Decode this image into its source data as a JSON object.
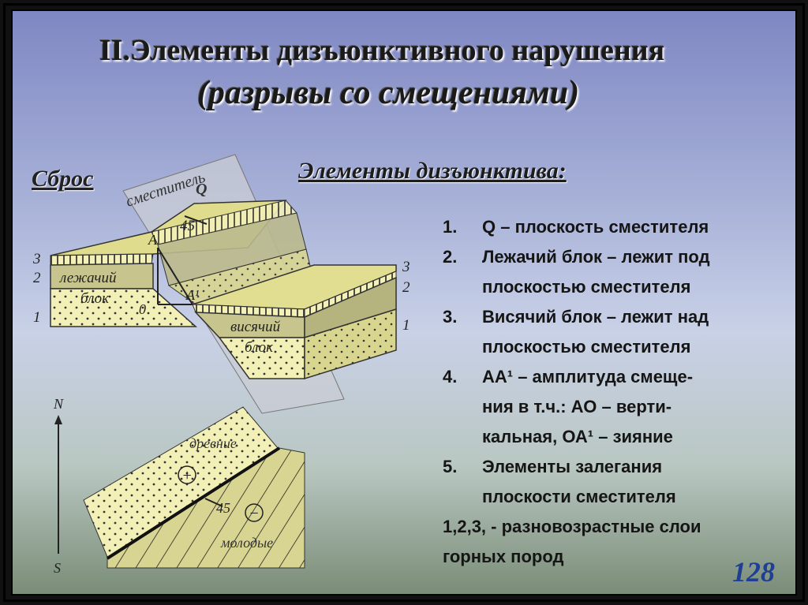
{
  "title_line1": "II.Элементы дизъюнктивного нарушения",
  "title_line2": "(разрывы со смещениями)",
  "sbros": "Сброс",
  "elements_heading": "Элементы дизъюнктива:",
  "list": [
    {
      "num": "1.",
      "text": "Q – плоскость сместителя"
    },
    {
      "num": "2.",
      "text": "Лежачий блок – лежит под\nплоскостью сместителя"
    },
    {
      "num": "3.",
      "text": "Висячий блок – лежит над\nплоскостью сместителя"
    },
    {
      "num": "4.",
      "text": "АА¹ – амплитуда смеще-\nния в т.ч.: АО – верти-\nкальная, ОА¹ – зияние"
    },
    {
      "num": "5.",
      "text": "Элементы залегания\nплоскости сместителя"
    }
  ],
  "extra_line": "1,2,3, - разновозрастные слои\n          горных пород",
  "page_number": "128",
  "diagram": {
    "plane_label": "сместитель",
    "plane_q": "Q",
    "dip_angle": "45",
    "point_a": "A",
    "point_a1": "A¹",
    "point_o": "0",
    "foot_block_label1": "лежачий",
    "foot_block_label2": "блок",
    "hanging_block_label1": "висячий",
    "hanging_block_label2": "блок",
    "layer_left_3": "3",
    "layer_left_2": "2",
    "layer_left_1": "1",
    "layer_right_3": "3",
    "layer_right_2": "2",
    "layer_right_1": "1"
  },
  "map": {
    "north": "N",
    "south": "S",
    "old_label": "древние",
    "young_label": "молодые",
    "plus": "+",
    "minus": "−",
    "dip_angle": "45"
  }
}
